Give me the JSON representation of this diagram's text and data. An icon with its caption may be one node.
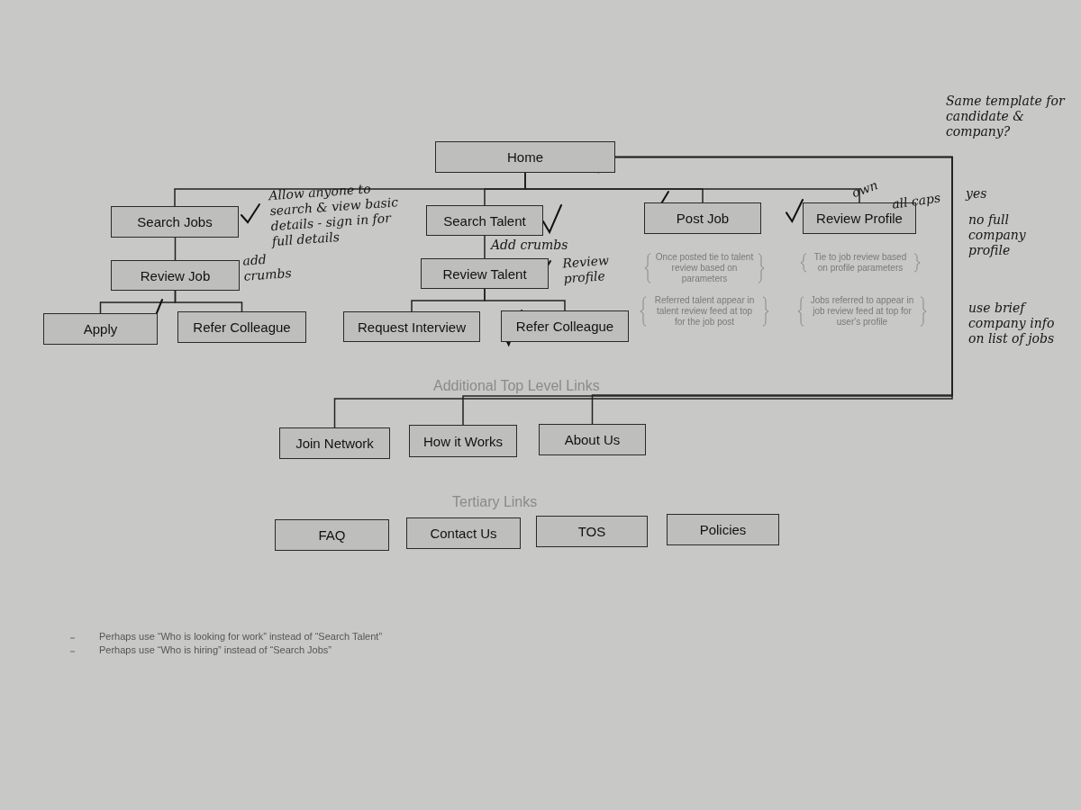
{
  "diagram": {
    "nodes": [
      {
        "text": [
          "Home"
        ]
      },
      {
        "text": [
          "Search Jobs"
        ]
      },
      {
        "text": [
          "Review Job"
        ]
      },
      {
        "text": [
          "Apply"
        ]
      },
      {
        "text": [
          "Refer Colleague"
        ]
      },
      {
        "text": [
          "Search Talent"
        ]
      },
      {
        "text": [
          "Review Talent"
        ]
      },
      {
        "text": [
          "Request Interview"
        ]
      },
      {
        "text": [
          "Refer Colleague"
        ]
      },
      {
        "text": [
          "Post Job"
        ],
        "beside": [
          "Once posted tie to talent review based on parameters",
          "Referred talent appear in talent review feed at top for the job post"
        ]
      },
      {
        "text": [
          "Review Profile"
        ],
        "beside": [
          "Tie to job review based on profile parameters",
          "Jobs referred to appear in job review feed at top for user's profile"
        ]
      },
      {
        "text": [
          "Join Network"
        ]
      },
      {
        "text": [
          "How it Works"
        ]
      },
      {
        "text": [
          "About Us"
        ]
      },
      {
        "text": [
          "FAQ"
        ]
      },
      {
        "text": [
          "Contact Us"
        ]
      },
      {
        "text": [
          "TOS"
        ]
      },
      {
        "text": [
          "Policies"
        ]
      }
    ],
    "edges": [
      {
        "from": 0,
        "to": 1,
        "arrow": "none"
      },
      {
        "from": 0,
        "to": 5,
        "arrow": "none"
      },
      {
        "from": 0,
        "to": 9,
        "arrow": "none"
      },
      {
        "from": 0,
        "to": 10,
        "arrow": "none"
      },
      {
        "from": 1,
        "to": 2,
        "arrow": "none"
      },
      {
        "from": 2,
        "to": 3,
        "arrow": "none"
      },
      {
        "from": 2,
        "to": 4,
        "arrow": "none"
      },
      {
        "from": 5,
        "to": 6,
        "arrow": "none"
      },
      {
        "from": 6,
        "to": 7,
        "arrow": "none"
      },
      {
        "from": 6,
        "to": 8,
        "arrow": "none"
      },
      {
        "from": 0,
        "to": 11,
        "arrow": "none"
      },
      {
        "from": 0,
        "to": 12,
        "arrow": "none"
      },
      {
        "from": 0,
        "to": 13,
        "arrow": "none"
      }
    ],
    "labels": [
      "Same template for candidate & company?",
      "add crumbs",
      "Allow anyone to search & view basic details - sign in for full details",
      "Add crumbs",
      "Review profile",
      "own",
      "all caps",
      "yes",
      "no full company profile",
      "use brief company info on list of jobs",
      "Additional Top Level Links",
      "Tertiary Links",
      "Perhaps use “Who is looking for work” instead of “Search Talent”",
      "Perhaps use “Who is hiring” instead of “Search Jobs”"
    ]
  }
}
